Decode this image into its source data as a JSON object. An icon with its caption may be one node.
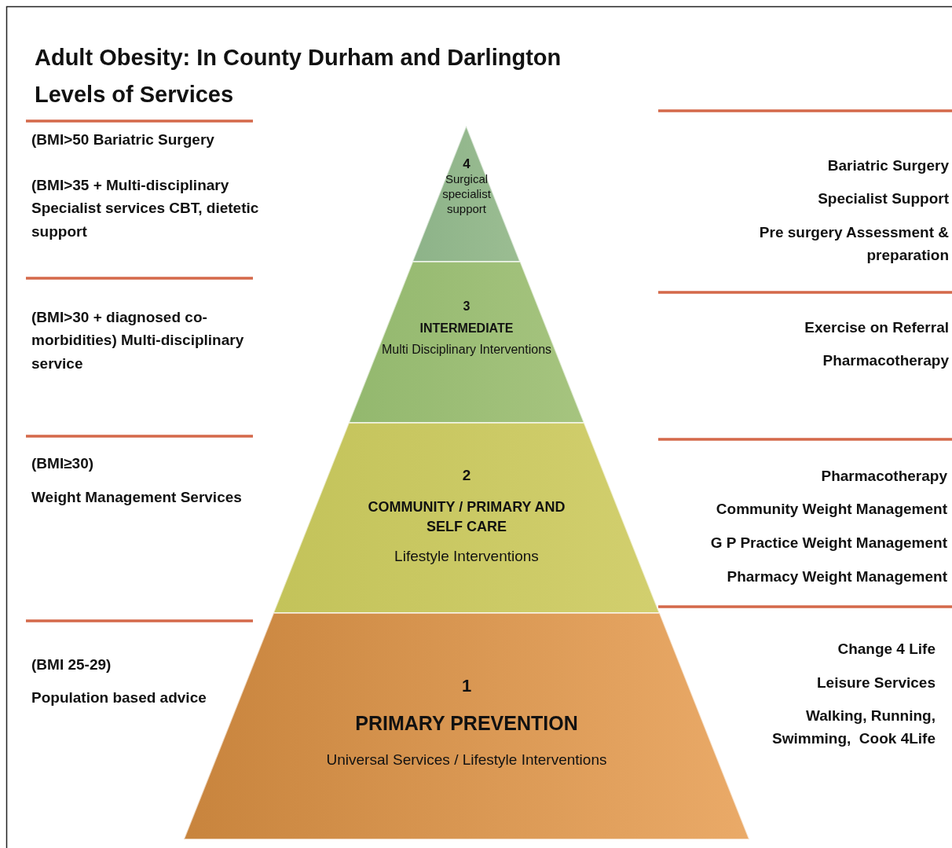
{
  "diagram": {
    "title": "Adult Obesity: In County Durham and Darlington Levels of Services",
    "nodes": [
      {
        "text": [
          "4",
          "Surgical specialist support"
        ]
      },
      {
        "text": [
          "3",
          "INTERMEDIATE",
          "Multi Disciplinary Interventions"
        ]
      },
      {
        "text": [
          "2",
          "COMMUNITY / PRIMARY AND SELF CARE",
          "Lifestyle Interventions"
        ]
      },
      {
        "text": [
          "1",
          "PRIMARY PREVENTION",
          "Universal Services / Lifestyle Interventions"
        ]
      }
    ],
    "edges": [],
    "labels": [
      "(BMI>50 Bariatric Surgery",
      "(BMI>35 + Multi-disciplinary  Specialist services CBT, dietetic support",
      "Bariatric Surgery",
      "Specialist Support",
      "Pre surgery Assessment & preparation",
      "(BMI>30 + diagnosed co-morbidities) Multi-disciplinary service",
      "Exercise on Referral",
      "Pharmacotherapy",
      "(BMI≥30)",
      "Weight Management Services",
      "Pharmacotherapy",
      "Community Weight Management",
      "G P Practice Weight Management",
      "Pharmacy Weight Management",
      "(BMI 25-29)",
      "Population based advice",
      "Change 4 Life",
      "Leisure Services",
      "Walking, Running, Swimming,  Cook 4Life"
    ]
  }
}
